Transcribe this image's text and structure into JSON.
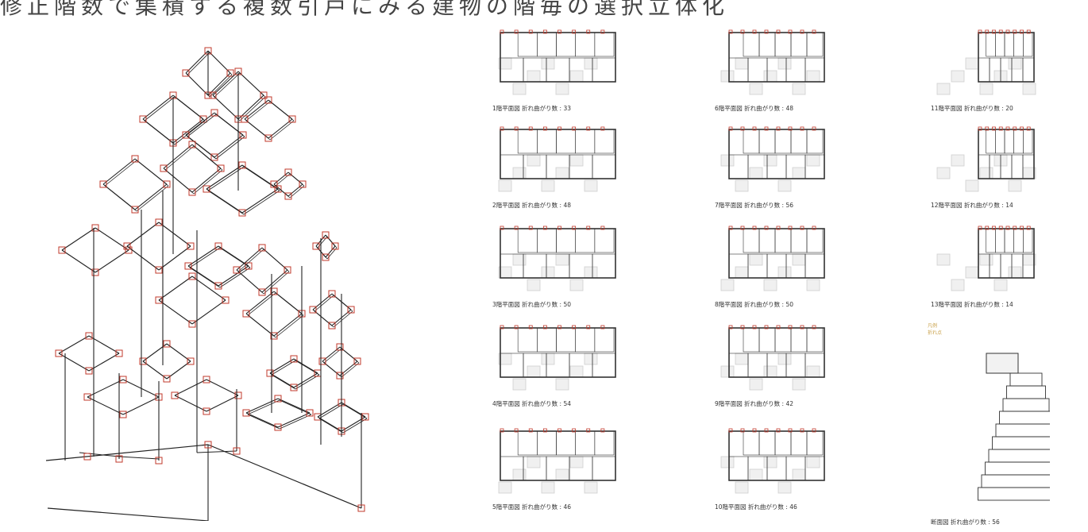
{
  "header": "修正階数で集積する複数引戸にみる建物の階毎の選択立体化",
  "plans": [
    {
      "floor": "1階平面図",
      "label": "折れ曲がり数",
      "count": "33"
    },
    {
      "floor": "2階平面図",
      "label": "折れ曲がり数",
      "count": "48"
    },
    {
      "floor": "3階平面図",
      "label": "折れ曲がり数",
      "count": "50"
    },
    {
      "floor": "4階平面図",
      "label": "折れ曲がり数",
      "count": "54"
    },
    {
      "floor": "5階平面図",
      "label": "折れ曲がり数",
      "count": "46"
    },
    {
      "floor": "6階平面図",
      "label": "折れ曲がり数",
      "count": "48"
    },
    {
      "floor": "7階平面図",
      "label": "折れ曲がり数",
      "count": "56"
    },
    {
      "floor": "8階平面図",
      "label": "折れ曲がり数",
      "count": "50"
    },
    {
      "floor": "9階平面図",
      "label": "折れ曲がり数",
      "count": "42"
    },
    {
      "floor": "10階平面図",
      "label": "折れ曲がり数",
      "count": "46"
    },
    {
      "floor": "11階平面図",
      "label": "折れ曲がり数",
      "count": "20"
    },
    {
      "floor": "12階平面図",
      "label": "折れ曲がり数",
      "count": "14"
    },
    {
      "floor": "13階平面図",
      "label": "折れ曲がり数",
      "count": "14"
    },
    {
      "floor": "断面図",
      "label": "折れ曲がり数",
      "count": "56"
    }
  ],
  "legend": {
    "line1": "凡例",
    "line2": "折れ点"
  },
  "colors": {
    "line": "#222222",
    "marker": "#c0392b",
    "plan_line": "#333333",
    "grid": "#cfcfcf"
  }
}
